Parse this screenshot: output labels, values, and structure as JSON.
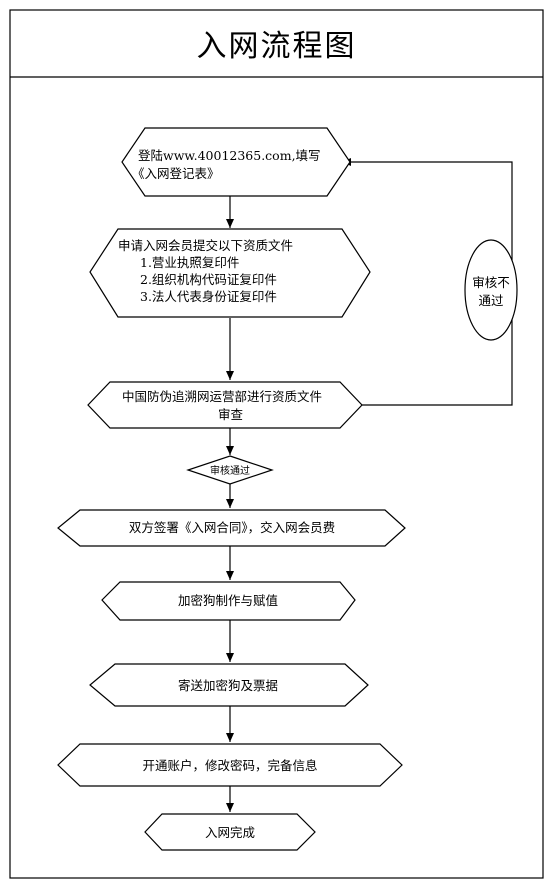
{
  "title": "入网流程图",
  "steps": [
    {
      "lines": [
        "登陆www.40012365.com,填写",
        "《入网登记表》"
      ]
    },
    {
      "lines": [
        "申请入网会员提交以下资质文件",
        "1.营业执照复印件",
        "2.组织机构代码证复印件",
        "3.法人代表身份证复印件"
      ]
    },
    {
      "lines": [
        "中国防伪追溯网运营部进行资质文件",
        "审查"
      ]
    },
    {
      "lines": [
        "双方签署《入网合同》，交入网会员费"
      ]
    },
    {
      "lines": [
        "加密狗制作与赋值"
      ]
    },
    {
      "lines": [
        "寄送加密狗及票据"
      ]
    },
    {
      "lines": [
        "开通账户，修改密码，完备信息"
      ]
    },
    {
      "lines": [
        "入网完成"
      ]
    }
  ],
  "decision_pass": "审核通过",
  "decision_fail": [
    "审核不",
    "通过"
  ]
}
